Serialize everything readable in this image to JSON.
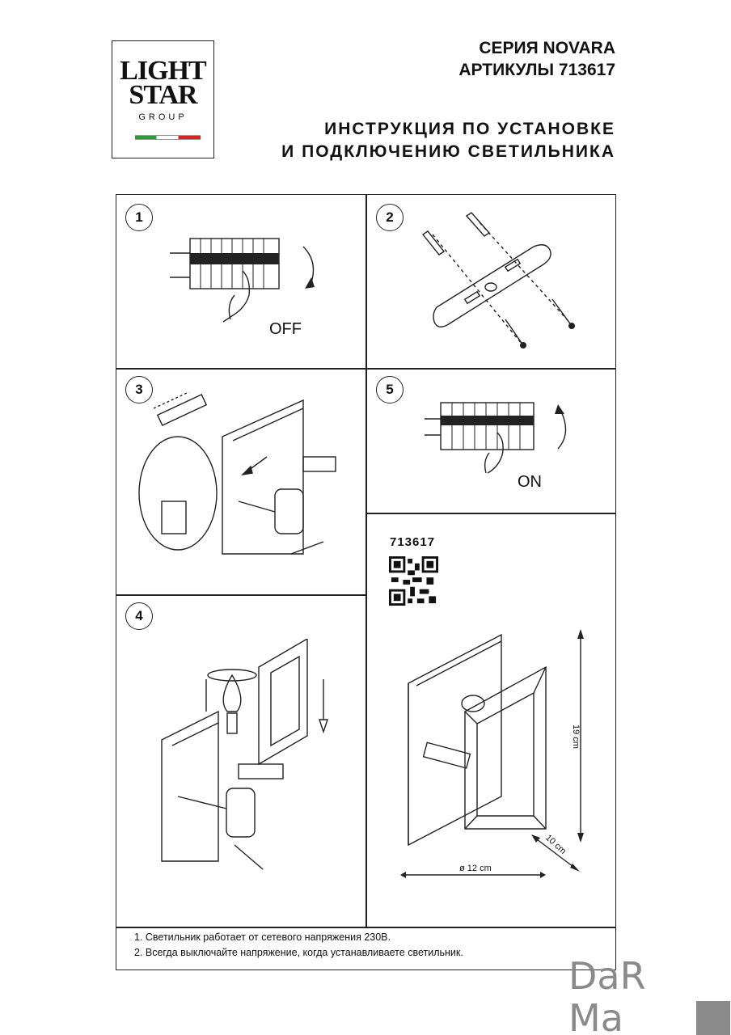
{
  "logo": {
    "line1": "LIGHT",
    "line2": "STAR",
    "line3": "GROUP"
  },
  "header": {
    "series": "СЕРИЯ NOVARA",
    "articles": "АРТИКУЛЫ 713617",
    "title_line1": "ИНСТРУКЦИЯ ПО УСТАНОВКЕ",
    "title_line2": "И ПОДКЛЮЧЕНИЮ СВЕТИЛЬНИКА"
  },
  "steps": [
    {
      "number": "1",
      "label": "OFF"
    },
    {
      "number": "2"
    },
    {
      "number": "3"
    },
    {
      "number": "4"
    },
    {
      "number": "5",
      "label": "ON"
    }
  ],
  "product": {
    "code": "713617",
    "height": "19 cm",
    "depth": "10 cm",
    "diameter": "ø 12 cm"
  },
  "notes": [
    "1. Светильник работает от сетевого напряжения 230В.",
    "2. Всегда выключайте напряжение, когда устанавливаете светильник."
  ],
  "watermark": {
    "line1": "DaR",
    "line2": "Ma"
  },
  "colors": {
    "line": "#222222",
    "watermark": "#8a8a8a",
    "flag_green": "#2a9d3a",
    "flag_red": "#dd2222"
  }
}
